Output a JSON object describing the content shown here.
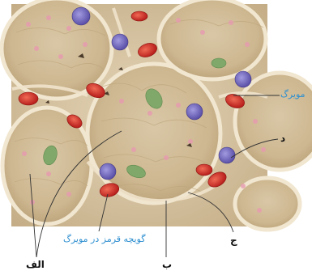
{
  "labels": {
    "capillary": "مویرگ",
    "d": "د",
    "j": "ج",
    "b": "ب",
    "alef": "الف",
    "rbc_in_capillary": "گویچه قرمز در مویرگ"
  },
  "colors": {
    "tissue_bg": "#d6c4a5",
    "alveolus_wall": "#c9b48f",
    "red_blood_cell": "#d9342b",
    "macrophage": "#7b6fc4",
    "callout_line": "#333333",
    "blue_text": "#2e8fd0"
  }
}
